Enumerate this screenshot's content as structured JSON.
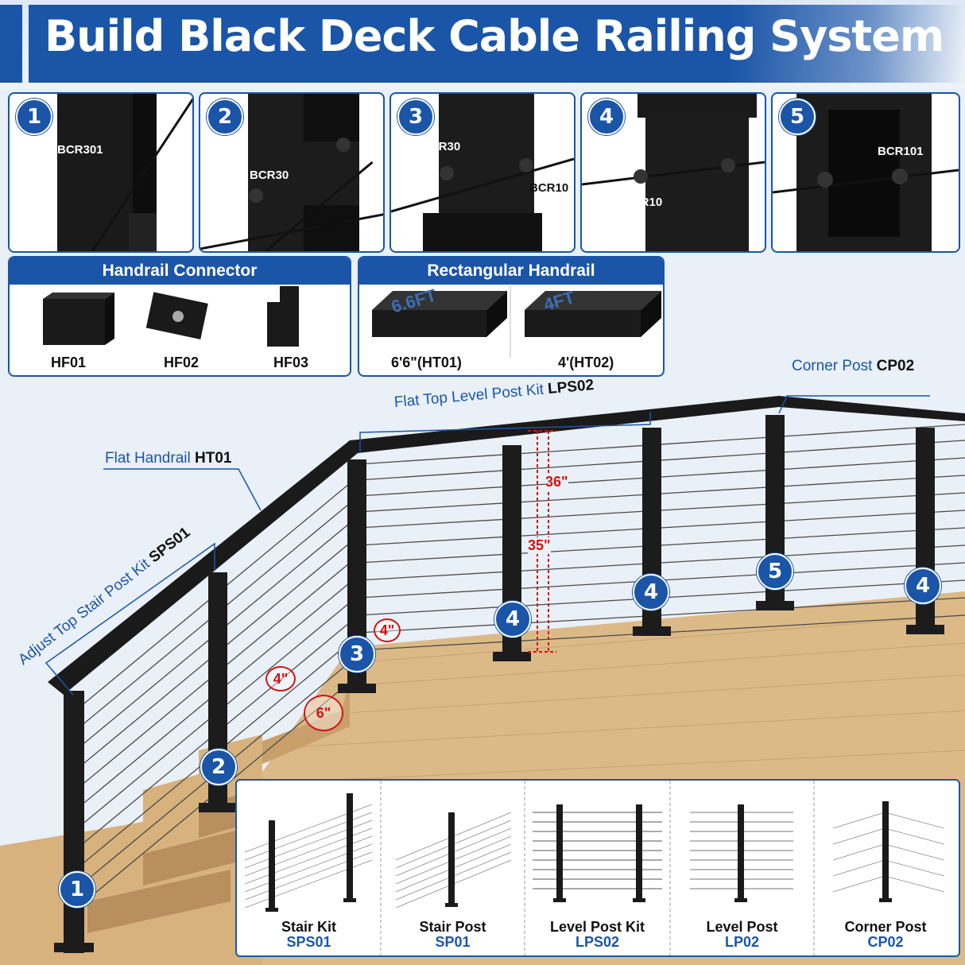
{
  "title": "Build Black Deck Cable Railing System",
  "detail_panels": [
    {
      "num": "1",
      "labels": [
        "BCR301"
      ]
    },
    {
      "num": "2",
      "labels": [
        "BCR30"
      ]
    },
    {
      "num": "3",
      "labels": [
        "BCR30",
        "BCR10"
      ]
    },
    {
      "num": "4",
      "labels": [
        "BCR10"
      ]
    },
    {
      "num": "5",
      "labels": [
        "BCR101"
      ]
    }
  ],
  "handrail_connector": {
    "heading": "Handrail Connector",
    "items": [
      "HF01",
      "HF02",
      "HF03"
    ]
  },
  "rectangular_handrail": {
    "heading": "Rectangular Handrail",
    "items": [
      {
        "caption": "6'6\"(HT01)",
        "marking": "6.6FT"
      },
      {
        "caption": "4'(HT02)",
        "marking": "4FT"
      }
    ]
  },
  "callouts": {
    "corner_post": {
      "name": "Corner Post",
      "code": "CP02"
    },
    "flat_top_level": {
      "name": "Flat Top Level Post Kit",
      "code": "LPS02"
    },
    "flat_handrail": {
      "name": "Flat Handrail",
      "code": "HT01"
    },
    "adjust_top_stair": {
      "name": "Adjust Top Stair Post Kit",
      "code": "SPS01"
    }
  },
  "dimensions": {
    "d36": "36\"",
    "d35": "35\"",
    "d4a": "4\"",
    "d4b": "4\"",
    "d6": "6\""
  },
  "scene_badges": [
    "1",
    "2",
    "3",
    "4",
    "4",
    "5",
    "4"
  ],
  "kits": [
    {
      "name": "Stair Kit",
      "code": "SPS01"
    },
    {
      "name": "Stair Post",
      "code": "SP01"
    },
    {
      "name": "Level Post Kit",
      "code": "LPS02"
    },
    {
      "name": "Level Post",
      "code": "LP02"
    },
    {
      "name": "Corner Post",
      "code": "CP02"
    }
  ],
  "colors": {
    "brand_blue": "#1b55a8",
    "dimension_red": "#d21414",
    "post_black": "#1a1a1a",
    "deck_wood": "#d9b582"
  }
}
